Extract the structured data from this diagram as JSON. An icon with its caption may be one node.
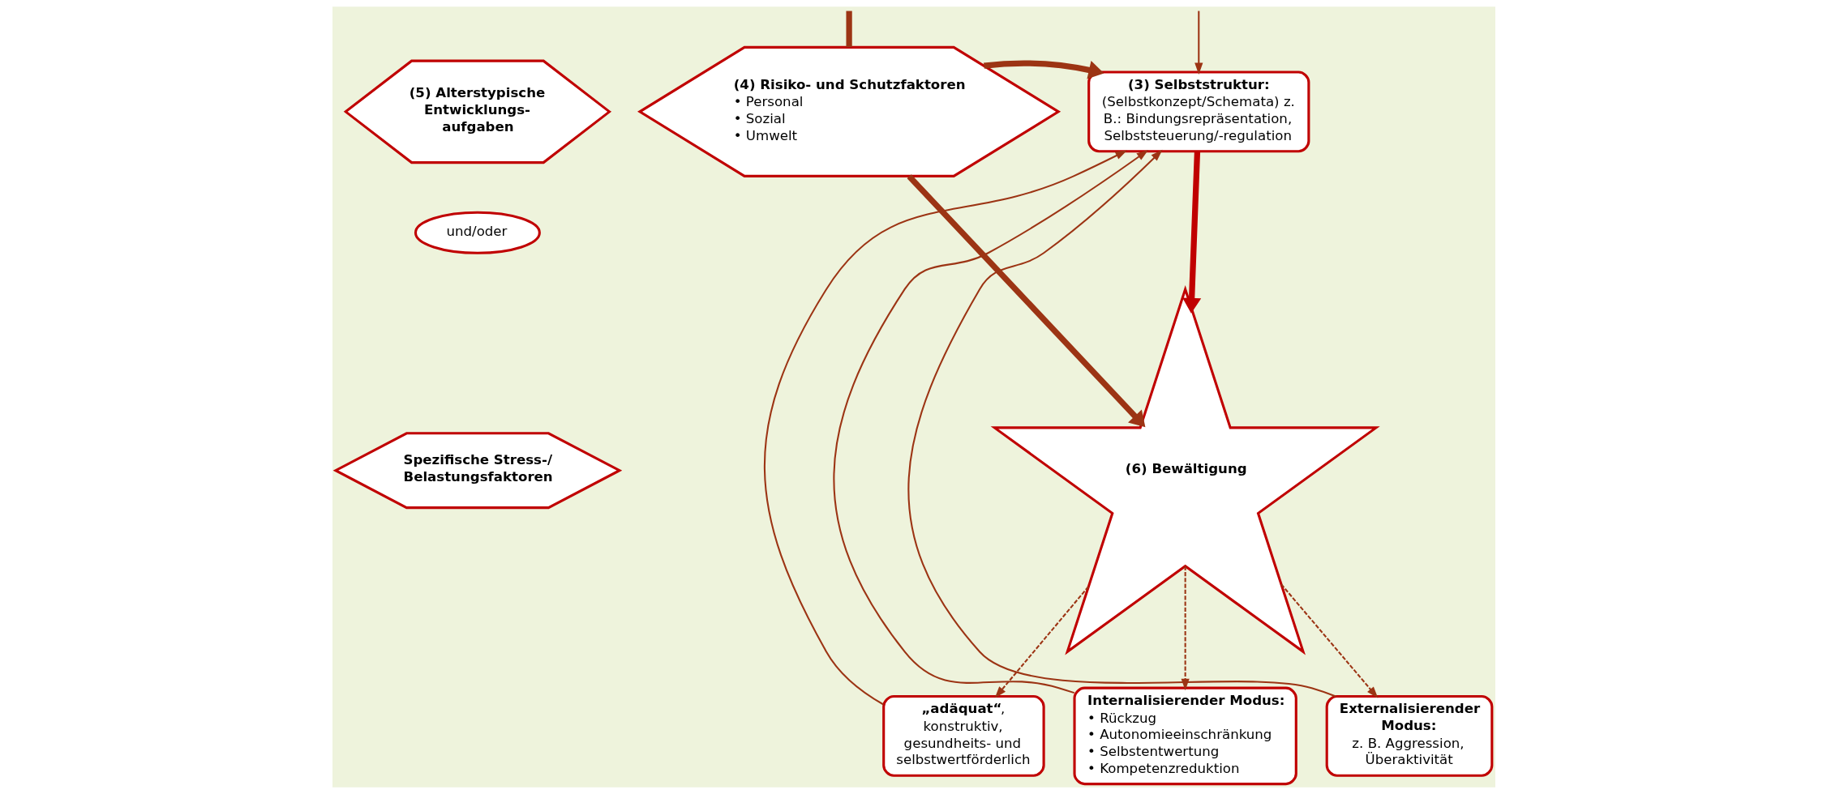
{
  "diagram": {
    "nodes": [
      {
        "text": [
          "(3) Selbststruktur:",
          "(Selbstkonzept/Schemata) z. B.: Bindungsrepräsentation, Selbststeuerung/-regulation"
        ]
      },
      {
        "text": [
          "(5) Alterstypische Entwicklungs- aufgaben"
        ]
      },
      {
        "text": [
          "und/oder"
        ]
      },
      {
        "text": [
          "Spezifische Stress-/ Belastungsfaktoren"
        ]
      },
      {
        "text": [
          "(4) Risiko- und Schutzfaktoren",
          "• Personal",
          "• Sozial",
          "• Umwelt"
        ]
      },
      {
        "text": [
          "(6) Bewältigung"
        ]
      },
      {
        "text": [
          "**„adäquat“**, konstruktiv, gesundheits- und selbstwertförderlich"
        ]
      },
      {
        "text": [
          "Internalisierender Modus:",
          "• Rückzug",
          "• Autonomieeinschränkung",
          "• Selbstentwertung",
          "• Kompetenzreduktion"
        ]
      },
      {
        "text": [
          "Externalisierender Modus:",
          "z. B. Aggression, Überaktivität"
        ]
      }
    ],
    "edges": [
      {
        "from": null,
        "to": 0,
        "arrow": "to"
      },
      {
        "from": null,
        "to": 4,
        "arrow": "none",
        "style": "thick"
      },
      {
        "from": 4,
        "to": 0,
        "arrow": "to",
        "style": "thick"
      },
      {
        "from": 0,
        "to": 5,
        "arrow": "to",
        "style": "thick",
        "color": "#c00000"
      },
      {
        "from": 4,
        "to": 5,
        "arrow": "to",
        "style": "thick"
      },
      {
        "from": 5,
        "to": 6,
        "arrow": "to",
        "style": "dashed"
      },
      {
        "from": 5,
        "to": 7,
        "arrow": "to",
        "style": "dashed"
      },
      {
        "from": 5,
        "to": 8,
        "arrow": "to",
        "style": "dashed"
      },
      {
        "from": 6,
        "to": 0,
        "arrow": "to"
      },
      {
        "from": 7,
        "to": 0,
        "arrow": "to"
      },
      {
        "from": 8,
        "to": 0,
        "arrow": "to"
      }
    ]
  }
}
